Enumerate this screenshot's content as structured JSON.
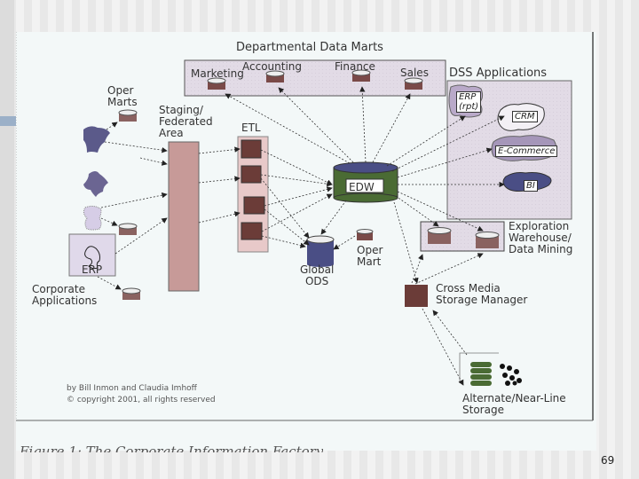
{
  "slide": {
    "page_number": "69",
    "caption": "Figure 1: The Corporate Information Factory"
  },
  "diagram": {
    "title": "Departmental Data Marts",
    "data_marts": [
      "Marketing",
      "Accounting",
      "Finance",
      "Sales"
    ],
    "oper_marts_label": "Oper\nMarts",
    "staging_label": "Staging/\nFederated\nArea",
    "etl_label": "ETL",
    "edw_label": "EDW",
    "global_ods_label": "Global\nODS",
    "oper_mart_label": "Oper\nMart",
    "dss_title": "DSS Applications",
    "dss_apps": [
      "ERP\n(rpt)",
      "CRM",
      "E-Commerce",
      "BI"
    ],
    "exploration_label": "Exploration\nWarehouse/\nData Mining",
    "cross_media_label": "Cross Media\nStorage Manager",
    "alt_storage_label": "Alternate/Near-Line\nStorage",
    "erp_label": "ERP",
    "corporate_apps_label": "Corporate\nApplications",
    "credit_line1": "by Bill Inmon and Claudia Imhoff",
    "credit_line2": "© copyright 2001, all rights reserved"
  },
  "colors": {
    "cylinder_brown": "#7a4a48",
    "edw_green": "#4a6b34",
    "ods_blue": "#4a4e85",
    "staging_pink": "#c79a98",
    "panel_lavender": "#e4dde8"
  }
}
